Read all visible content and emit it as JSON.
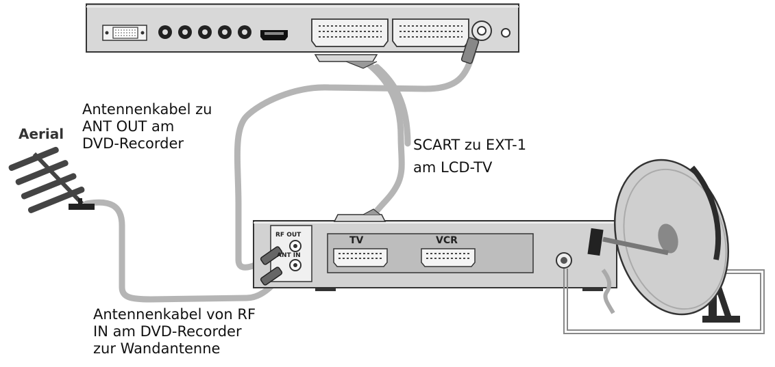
{
  "labels": {
    "aerial": "Aerial",
    "rf_out": "RF OUT",
    "ant_in": "ANT IN",
    "tv_scart": "TV",
    "vcr_scart": "VCR",
    "antenna_to_ant_out": [
      "Antennenkabel zu",
      "ANT OUT am",
      "DVD-Recorder"
    ],
    "scart_to_ext1": [
      "SCART zu EXT-1",
      "am LCD-TV"
    ],
    "antenna_from_rf_in": [
      "Antennenkabel von RF",
      "IN am DVD-Recorder",
      "zur Wandantenne"
    ]
  },
  "colors": {
    "cable": "#b3b3b3",
    "panel": "#d7d7d7",
    "outline": "#3a3a3a",
    "dark": "#2a2a2a",
    "dish": "#c9c9c9"
  },
  "icons": [
    "aerial-antenna-icon",
    "satellite-dish-icon",
    "scart-connector-icon",
    "coax-plug-icon",
    "hdmi-port-icon",
    "vga-port-icon"
  ]
}
